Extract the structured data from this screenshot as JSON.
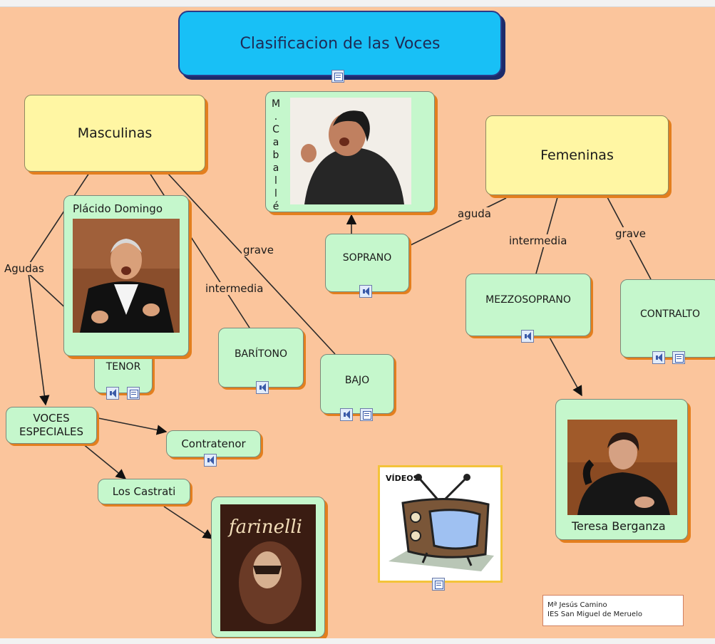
{
  "title": "Clasificacion de las Voces",
  "categories": {
    "masculinas": "Masculinas",
    "femeninas": "Femeninas"
  },
  "voices": {
    "tenor": "TENOR",
    "baritono": "BARÍTONO",
    "bajo": "BAJO",
    "soprano": "SOPRANO",
    "mezzosoprano": "MEZZOSOPRANO",
    "contralto": "CONTRALTO",
    "voces_especiales": "VOCES ESPECIALES",
    "contratenor": "Contratenor",
    "castrati": "Los Castrati"
  },
  "links": {
    "agudas": "Agudas",
    "intermedia_m": "intermedia",
    "grave_m": "grave",
    "aguda_f": "aguda",
    "intermedia_f": "intermedia",
    "grave_f": "grave"
  },
  "photos": {
    "placido": "Plácido Domingo",
    "caballe": "M.Caballé",
    "berganza": "Teresa Berganza",
    "farinelli": "farinelli",
    "videos": "VÍDEOS"
  },
  "credit": {
    "line1": "Mª Jesús Camino",
    "line2": "IES San Miguel de Meruelo"
  },
  "icons": [
    "speaker-icon",
    "document-icon"
  ],
  "colors": {
    "background": "#fbc59c",
    "concept_node": "#c5f7cc",
    "category_node": "#fff6a3",
    "title_node": "#18c0f6",
    "shadow": "#e37f1e"
  }
}
